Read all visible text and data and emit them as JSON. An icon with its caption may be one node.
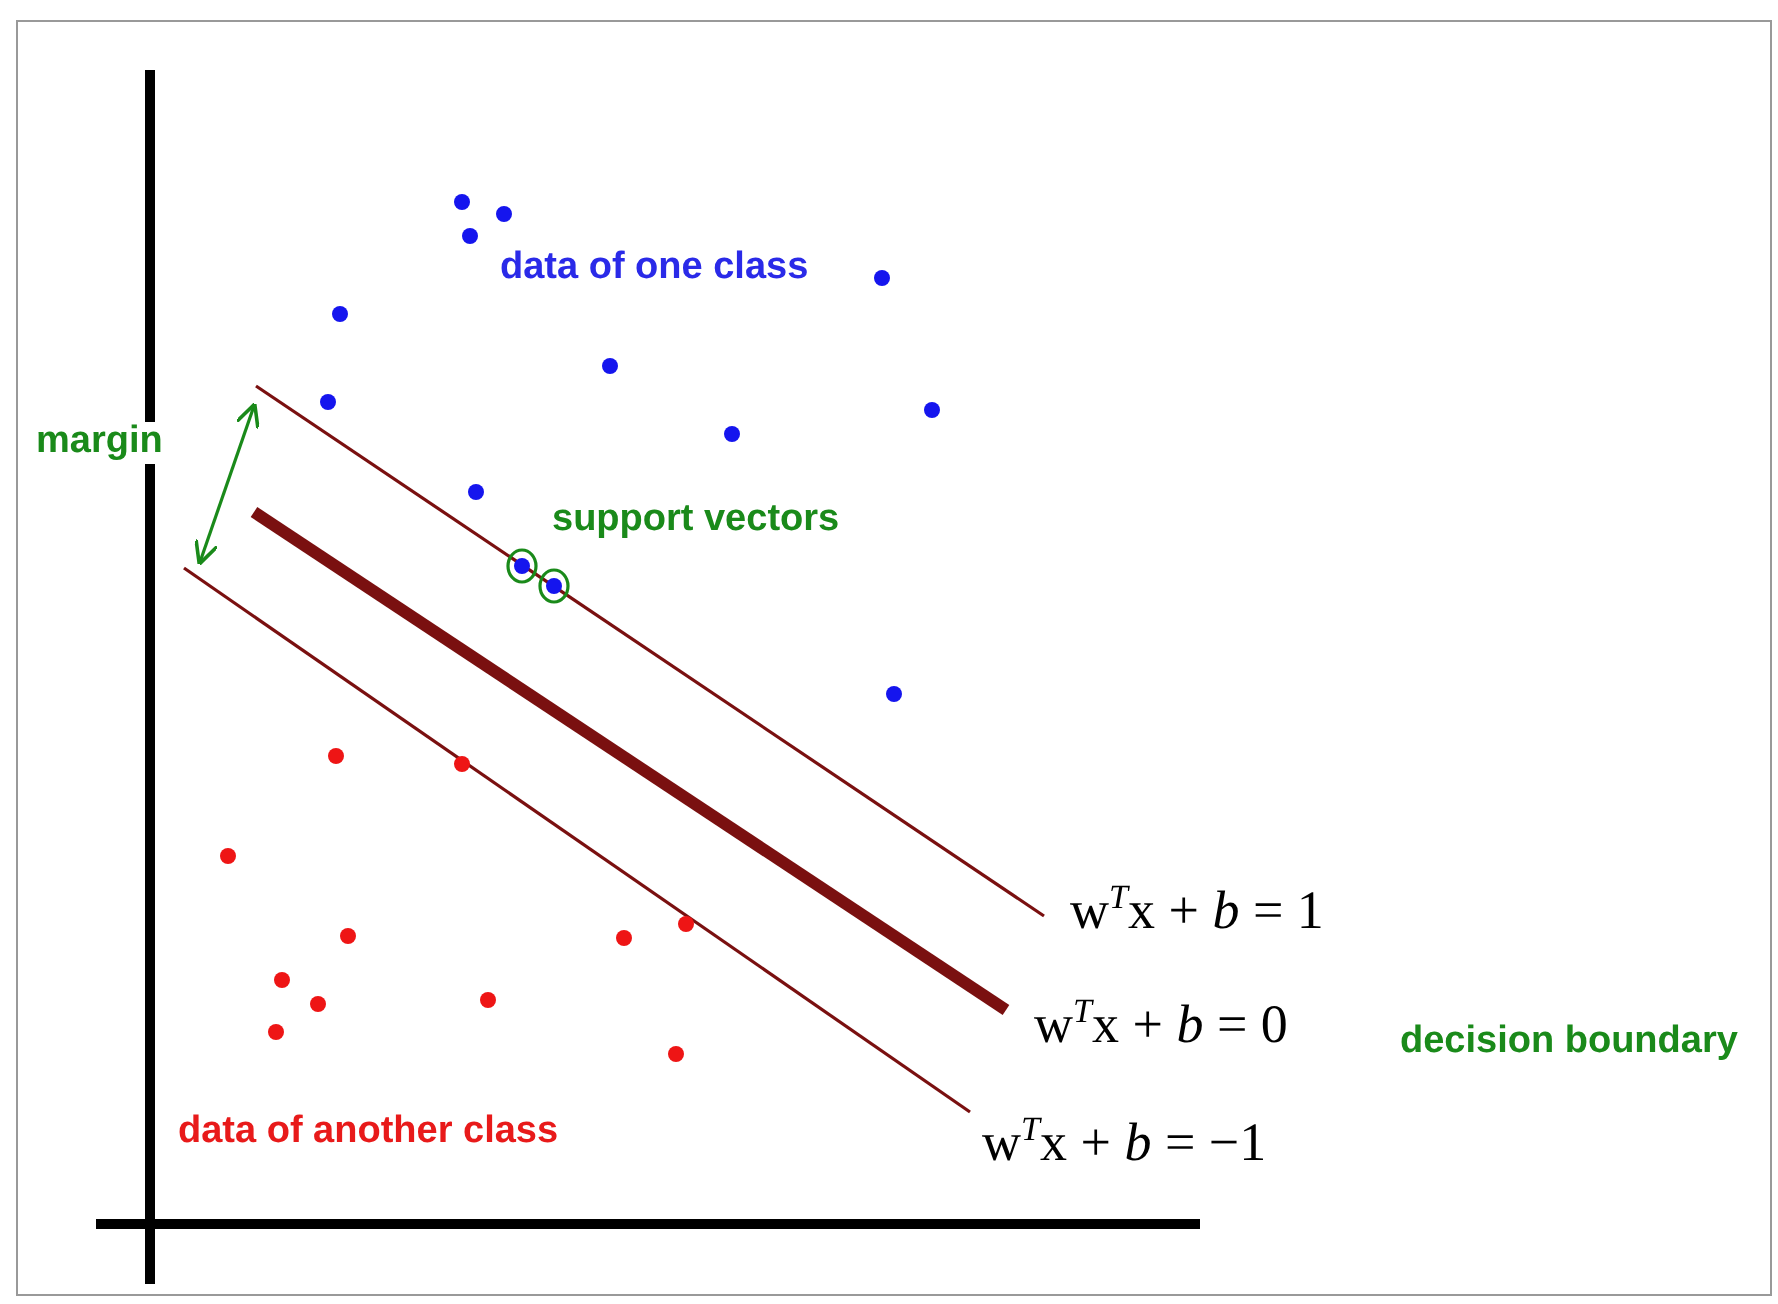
{
  "diagram": {
    "labels": [
      "data of one class",
      "margin",
      "support vectors",
      "w$^{T}$x + *b* = 1",
      "w$^{T}$x + *b* = 0",
      "decision boundary",
      "data of another class",
      "w$^{T}$x + *b* = −1"
    ]
  }
}
